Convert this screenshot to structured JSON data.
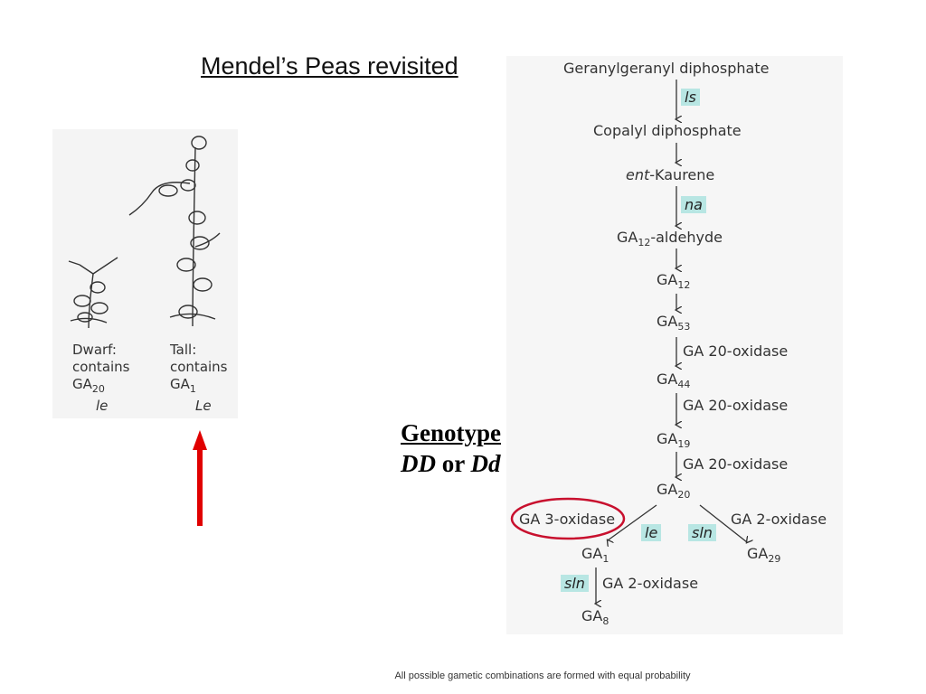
{
  "title": "Mendel’s Peas revisited",
  "plants": {
    "dwarf": {
      "line1": "Dwarf:",
      "line2": "contains",
      "ga_prefix": "GA",
      "ga_sub": "20",
      "allele": "le"
    },
    "tall": {
      "line1": "Tall:",
      "line2": "contains",
      "ga_prefix": "GA",
      "ga_sub": "1",
      "allele": "Le"
    }
  },
  "pathway": {
    "n1": "Geranylgeranyl diphosphate",
    "e1": "ls",
    "n2": "Copalyl diphosphate",
    "n3_italic": "ent",
    "n3_rest": "-Kaurene",
    "e2": "na",
    "n4_prefix": "GA",
    "n4_sub": "12",
    "n4_suffix": "-aldehyde",
    "n5_prefix": "GA",
    "n5_sub": "12",
    "n6_prefix": "GA",
    "n6_sub": "53",
    "enzyme_20ox_1": "GA 20-oxidase",
    "n7_prefix": "GA",
    "n7_sub": "44",
    "enzyme_20ox_2": "GA 20-oxidase",
    "n8_prefix": "GA",
    "n8_sub": "19",
    "enzyme_20ox_3": "GA 20-oxidase",
    "n9_prefix": "GA",
    "n9_sub": "20",
    "enzyme_3ox": "GA 3-oxidase",
    "box_le": "le",
    "box_sln1": "sln",
    "enzyme_2ox_1": "GA 2-oxidase",
    "n10_prefix": "GA",
    "n10_sub": "1",
    "n11_prefix": "GA",
    "n11_sub": "29",
    "box_sln2": "sln",
    "enzyme_2ox_2": "GA 2-oxidase",
    "n12_prefix": "GA",
    "n12_sub": "8"
  },
  "genotype": {
    "heading": "Genotype",
    "dd": "DD",
    "or": "or",
    "dd2": "Dd"
  },
  "footer": "All possible gametic combinations are formed with equal probability",
  "colors": {
    "box": "#b8e6e3",
    "arrow": "#e00000",
    "ring": "#c8102e"
  }
}
